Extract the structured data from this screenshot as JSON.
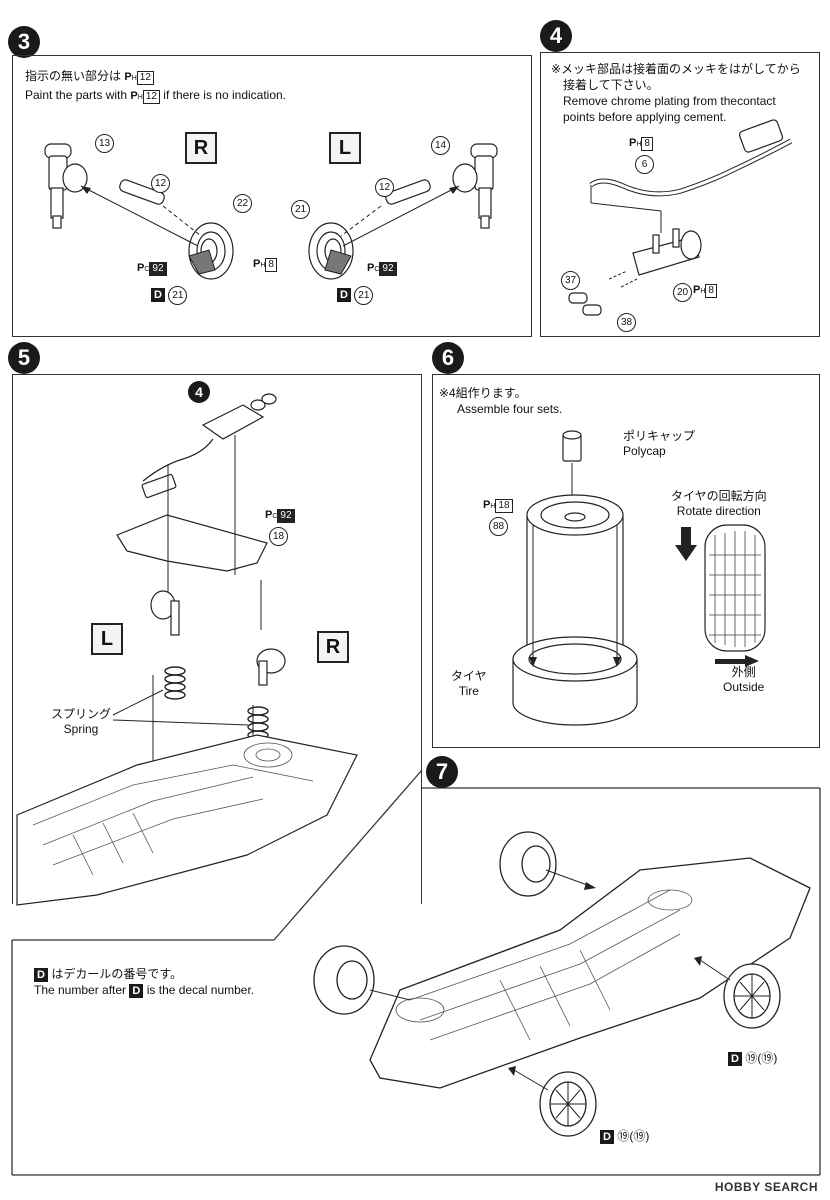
{
  "steps": {
    "s3": {
      "number": "3",
      "note_jp": "指示の無い部分は",
      "note_en": "Paint the parts with",
      "note_en_suffix": "if there is no indication.",
      "paint_code": "12",
      "side_r": "R",
      "side_l": "L",
      "parts": [
        "13",
        "12",
        "22",
        "21",
        "12",
        "14"
      ],
      "paint_pc": "92",
      "paint_ph": "8",
      "decal": "21"
    },
    "s4": {
      "number": "4",
      "note_jp_1": "※メッキ部品は接着面のメッキをはがしてから",
      "note_jp_2": "接着して下さい。",
      "note_en_1": "Remove chrome plating from thecontact",
      "note_en_2": "points before applying cement.",
      "paint_ph_top": "8",
      "part_pipe": "6",
      "part_muffler": "20",
      "paint_ph_muffler": "8",
      "part_a": "37",
      "part_b": "38"
    },
    "s5": {
      "number": "5",
      "sub_step": "4",
      "paint_pc": "92",
      "part": "18",
      "side_l": "L",
      "side_r": "R",
      "spring_jp": "スプリング",
      "spring_en": "Spring"
    },
    "s6": {
      "number": "6",
      "note_jp": "※4組作ります。",
      "note_en": "Assemble four sets.",
      "polycap_jp": "ポリキャップ",
      "polycap_en": "Polycap",
      "paint_ph": "18",
      "part_wheel": "88",
      "rotate_jp": "タイヤの回転方向",
      "rotate_en": "Rotate direction",
      "outside_jp": "外側",
      "outside_en": "Outside",
      "tire_jp": "タイヤ",
      "tire_en": "Tire"
    },
    "s7": {
      "number": "7",
      "decal_1": "⑲(⑲)",
      "decal_2": "⑲(⑲)"
    },
    "decal_note": {
      "jp": "はデカールの番号です。",
      "en_prefix": "The number after",
      "en_suffix": "is the decal number."
    }
  },
  "watermark": "HOBBY SEARCH",
  "colors": {
    "ink": "#1a1a1a",
    "line": "#333333"
  }
}
